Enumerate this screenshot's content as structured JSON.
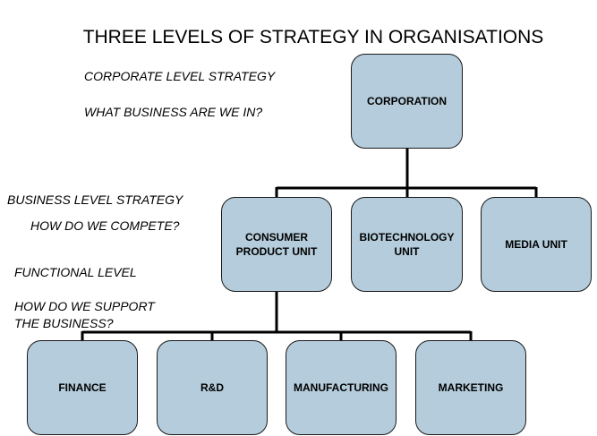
{
  "title": "THREE LEVELS OF STRATEGY IN ORGANISATIONS",
  "labels": {
    "corporate_level": "CORPORATE LEVEL STRATEGY",
    "corporate_question": "WHAT BUSINESS ARE WE IN?",
    "business_level": "BUSINESS LEVEL STRATEGY",
    "business_question": "HOW DO WE COMPETE?",
    "functional_level": "FUNCTIONAL LEVEL",
    "functional_question": "HOW DO WE SUPPORT\nTHE BUSINESS?"
  },
  "nodes": {
    "corporation": "CORPORATION",
    "consumer_product_unit": "CONSUMER\nPRODUCT UNIT",
    "biotechnology_unit": "BIOTECHNOLOGY\nUNIT",
    "media_unit": "MEDIA UNIT",
    "finance": "FINANCE",
    "rnd": "R&D",
    "manufacturing": "MANUFACTURING",
    "marketing": "MARKETING"
  },
  "colors": {
    "box_fill": "#b4ccdb",
    "box_border": "#1a1a1a",
    "connector": "#000000"
  }
}
